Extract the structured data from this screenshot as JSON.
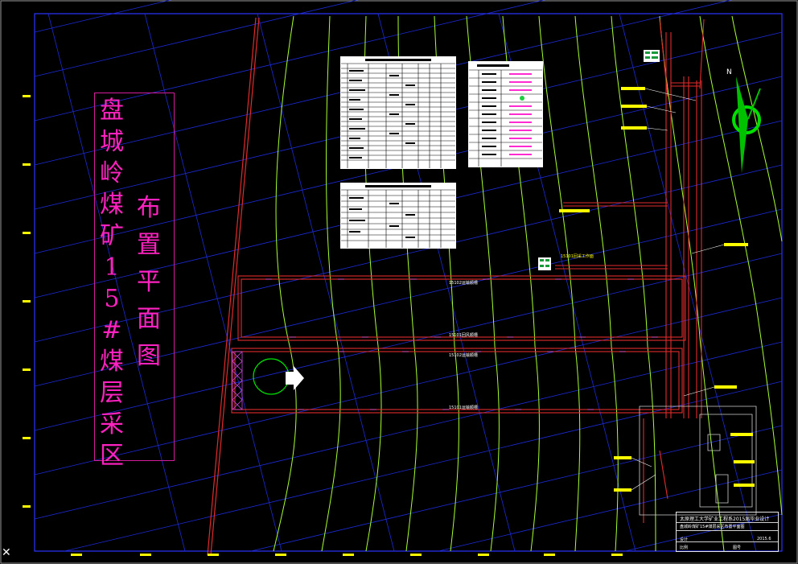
{
  "drawing": {
    "title_main": "盘城岭煤矿15#煤层采区",
    "title_sub": "布置平面图"
  },
  "labels": {
    "roadway_1": "15102运输顺槽",
    "roadway_2": "15101回风顺槽",
    "roadway_3": "15102运输顺槽",
    "roadway_4": "15101运输顺槽",
    "face_label": "15101回采工作面"
  },
  "title_block": {
    "school": "太原理工大学矿业工程系2015届毕业设计",
    "row2_left": "盘城岭煤矿15#煤层采区布置平面图",
    "cell_date": "2015.6",
    "cell_scale": "比例",
    "cell_drawn": "设计",
    "cell_page": "图号"
  },
  "colors": {
    "background": "#000000",
    "frame": "#1f2bff",
    "contour": "#b8ff3a",
    "grid": "#1c2bd8",
    "roadway": "#e22b2b",
    "title": "#ff22c0",
    "marker": "#ffff00"
  },
  "icons": [
    "north-arrow-icon",
    "advance-arrow-icon",
    "close-x-icon"
  ]
}
